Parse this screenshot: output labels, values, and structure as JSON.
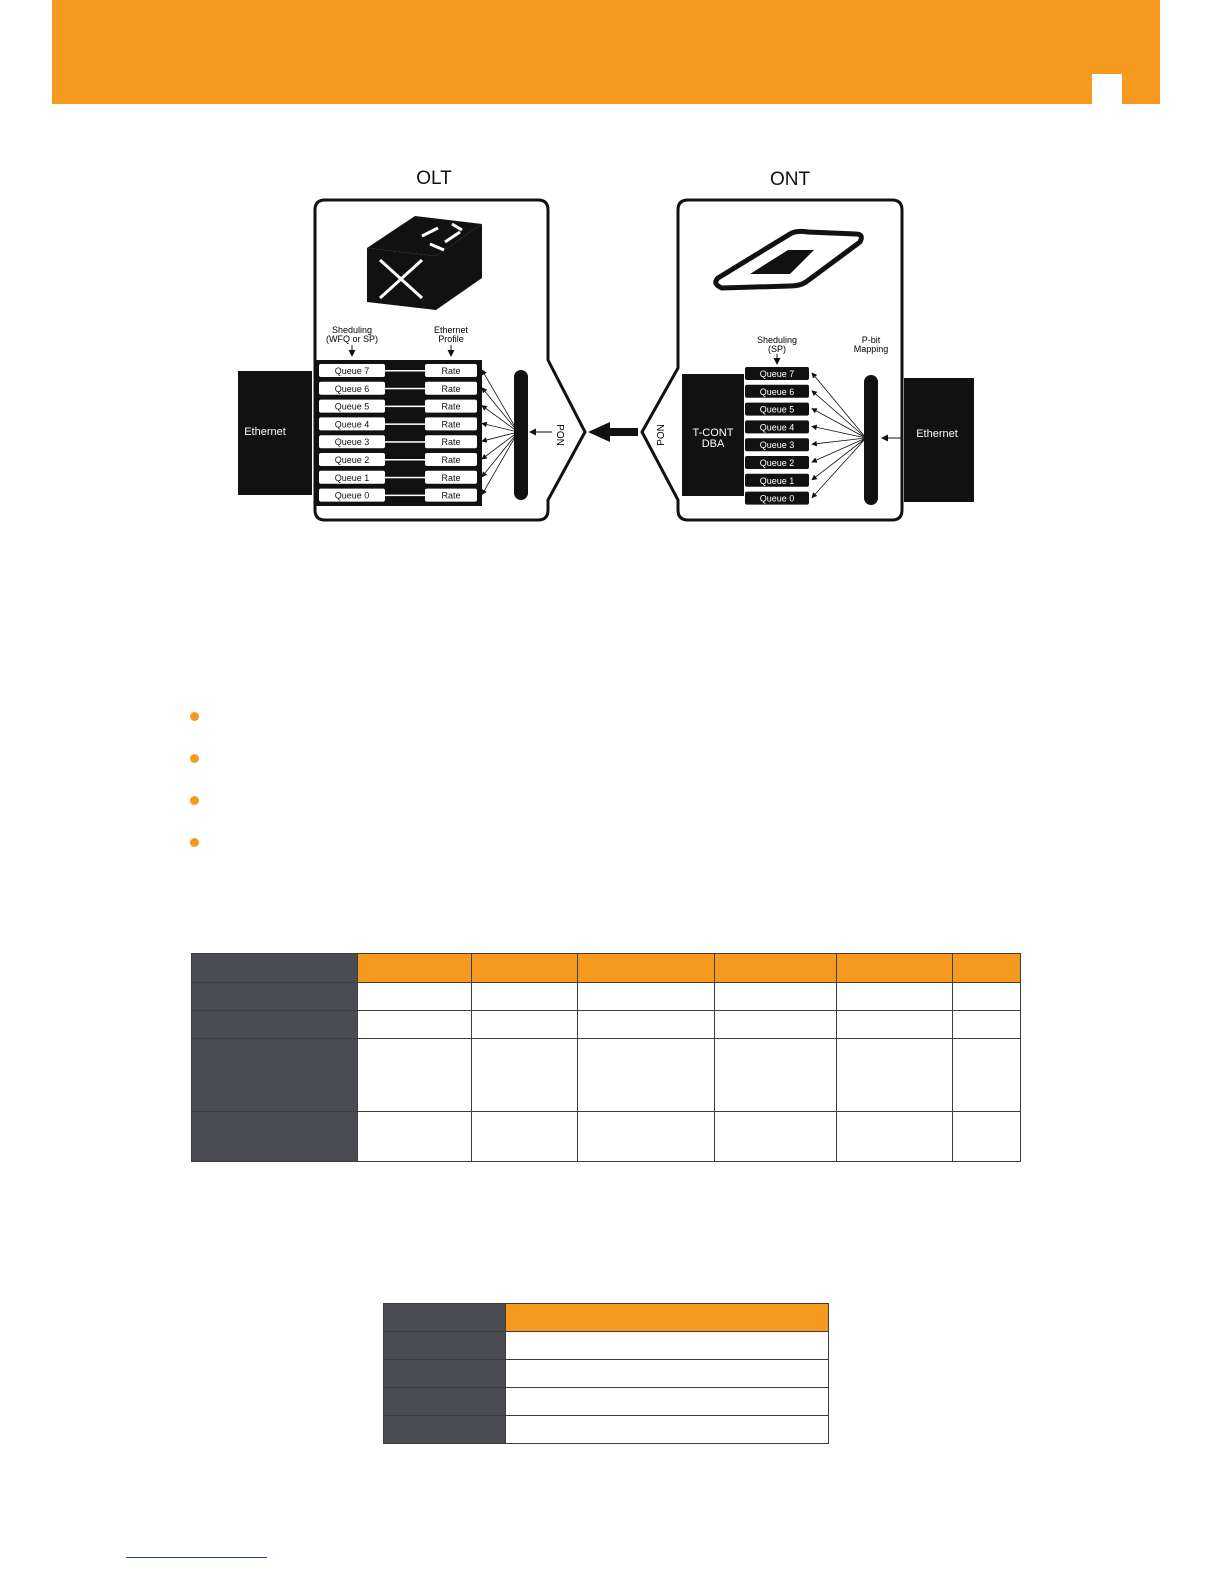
{
  "colors": {
    "accent": "#f59a1e",
    "table_header_dark": "#4b4c52",
    "diagram_black": "#111111"
  },
  "diagram": {
    "olt": {
      "title": "OLT",
      "scheduling_label_1": "Sheduling",
      "scheduling_label_2": "(WFQ or SP)",
      "profile_label_1": "Ethernet",
      "profile_label_2": "Profile",
      "ethernet_label": "Ethernet",
      "pon_label": "PON",
      "queues": [
        "Queue 7",
        "Queue 6",
        "Queue 5",
        "Queue 4",
        "Queue 3",
        "Queue 2",
        "Queue 1",
        "Queue 0"
      ],
      "rate_label": "Rate",
      "icon": "router-switch-icon"
    },
    "ont": {
      "title": "ONT",
      "scheduling_label_1": "Sheduling",
      "scheduling_label_2": "(SP)",
      "mapping_label_1": "P-bit",
      "mapping_label_2": "Mapping",
      "tcont_label_1": "T-CONT",
      "tcont_label_2": "DBA",
      "pon_label": "PON",
      "ethernet_label": "Ethernet",
      "queues": [
        "Queue 7",
        "Queue 6",
        "Queue 5",
        "Queue 4",
        "Queue 3",
        "Queue 2",
        "Queue 1",
        "Queue 0"
      ],
      "icon": "ont-device-icon"
    }
  },
  "bullet_count": 4
}
